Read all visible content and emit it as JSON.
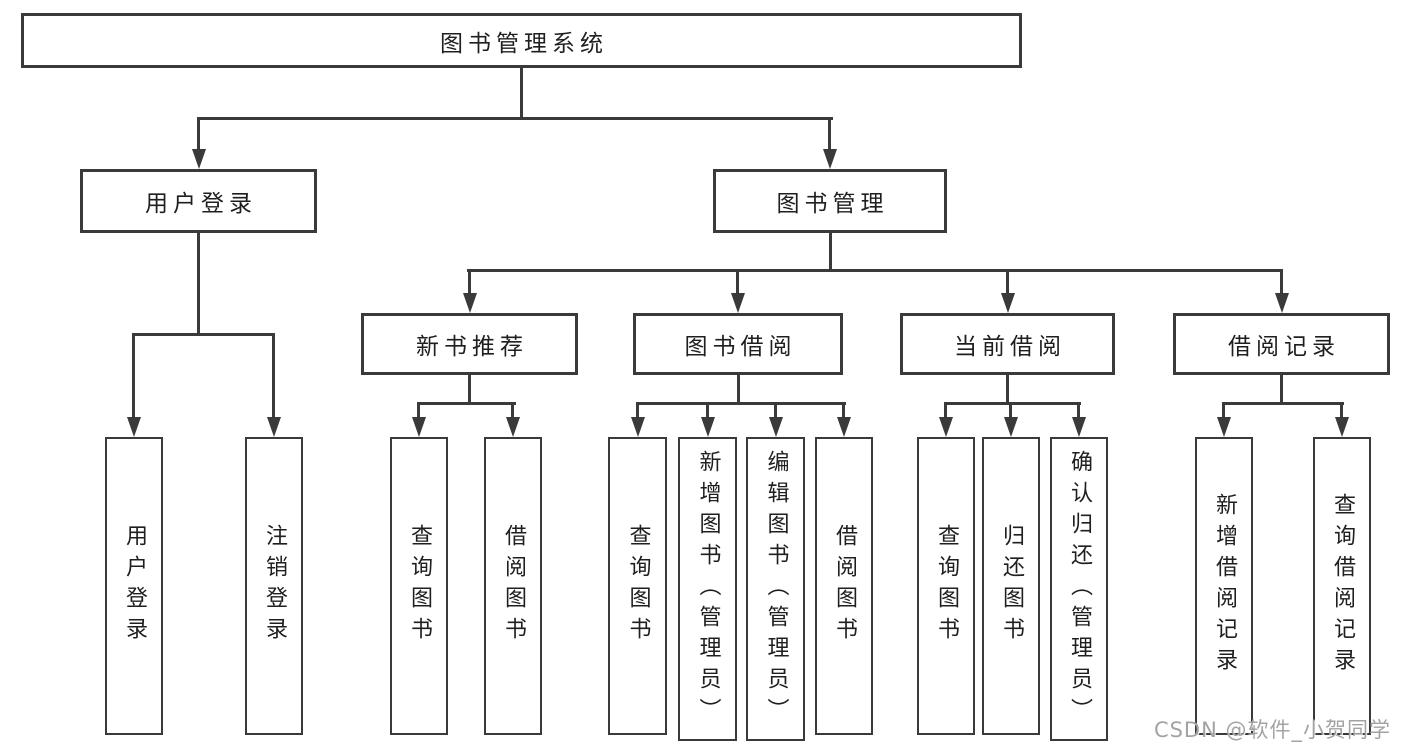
{
  "diagram": {
    "root": {
      "label": "图书管理系统"
    },
    "branches": [
      {
        "label": "用户登录",
        "children": [
          "用户登录",
          "注销登录"
        ]
      },
      {
        "label": "图书管理",
        "sections": [
          {
            "label": "新书推荐",
            "children": [
              "查询图书",
              "借阅图书"
            ]
          },
          {
            "label": "图书借阅",
            "children": [
              "查询图书",
              "新增图书（管理员）",
              "编辑图书（管理员）",
              "借阅图书"
            ]
          },
          {
            "label": "当前借阅",
            "children": [
              "查询图书",
              "归还图书",
              "确认归还（管理员）"
            ]
          },
          {
            "label": "借阅记录",
            "children": [
              "新增借阅记录",
              "查询借阅记录"
            ]
          }
        ]
      }
    ]
  },
  "watermark": {
    "text": "CSDN @软件_小贺同学"
  },
  "colors": {
    "line": "#3a3a3a",
    "text": "#1f1f1f",
    "watermark": "#a3a3a3",
    "background": "#ffffff"
  }
}
